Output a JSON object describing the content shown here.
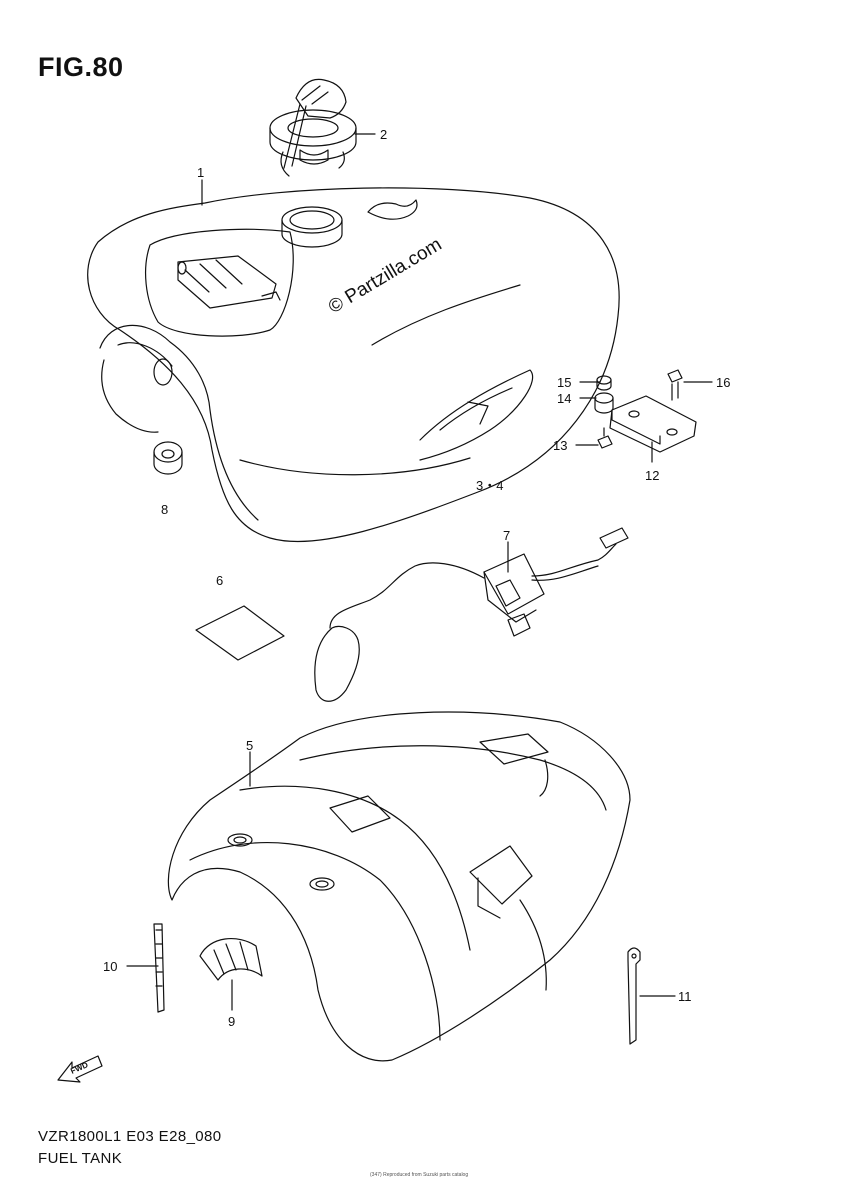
{
  "figure_title": "FIG.80",
  "watermark": "© Partzilla.com",
  "footer": {
    "model_code": "VZR1800L1 E03 E28_080",
    "section_name": "FUEL TANK",
    "tiny_code": "(347)",
    "tiny_credit": "Reproduced from Suzuki parts catalog"
  },
  "fwd_label": "FWD",
  "callouts": {
    "c1": "1",
    "c2": "2",
    "c34": "3・4",
    "c5": "5",
    "c6": "6",
    "c7": "7",
    "c8": "8",
    "c9": "9",
    "c10": "10",
    "c11": "11",
    "c12": "12",
    "c13": "13",
    "c14": "14",
    "c15": "15",
    "c16": "16"
  },
  "colors": {
    "line": "#111111",
    "background": "#ffffff"
  }
}
